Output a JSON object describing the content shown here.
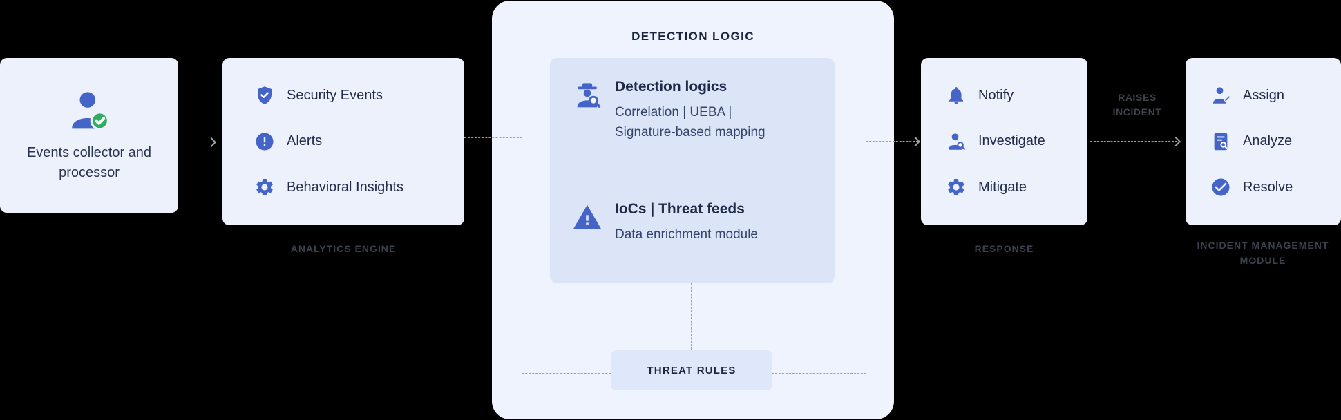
{
  "diagram": {
    "collector": {
      "label": "Events collector and processor"
    },
    "analytics": {
      "items": [
        {
          "icon": "shield-check",
          "label": "Security Events"
        },
        {
          "icon": "alert-circle",
          "label": "Alerts"
        },
        {
          "icon": "behavior-gear",
          "label": "Behavioral Insights"
        }
      ],
      "caption": "ANALYTICS ENGINE"
    },
    "detection": {
      "title": "DETECTION LOGIC",
      "sections": [
        {
          "icon": "detective",
          "title": "Detection logics",
          "subtitle": "Correlation | UEBA | Signature-based mapping"
        },
        {
          "icon": "warning-triangle",
          "title": "IoCs | Threat feeds",
          "subtitle": "Data enrichment module"
        }
      ],
      "threat_rules": "THREAT RULES"
    },
    "response": {
      "items": [
        {
          "icon": "bell",
          "label": "Notify"
        },
        {
          "icon": "person-search",
          "label": "Investigate"
        },
        {
          "icon": "gear",
          "label": "Mitigate"
        }
      ],
      "caption": "RESPONSE"
    },
    "raises_label": "RAISES INCIDENT",
    "incident": {
      "items": [
        {
          "icon": "person-edit",
          "label": "Assign"
        },
        {
          "icon": "document-search",
          "label": "Analyze"
        },
        {
          "icon": "check-badge",
          "label": "Resolve"
        }
      ],
      "caption": "INCIDENT MANAGEMENT MODULE"
    },
    "colors": {
      "icon_blue": "#4464c8",
      "box_bg": "#edf1fc",
      "panel_bg": "#eef3fd",
      "inner_bg": "#dce5f8",
      "accent_green": "#2fae5f",
      "background": "#000000"
    }
  }
}
